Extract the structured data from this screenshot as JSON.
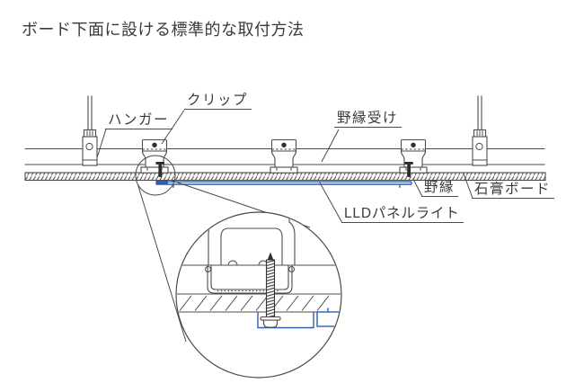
{
  "title": "ボード下面に設ける標準的な取付方法",
  "diagram": {
    "labels": {
      "clip": "クリップ",
      "hanger": "ハンガー",
      "nobuchi_uke": "野縁受け",
      "nobuchi": "野縁",
      "gypsum_board": "石膏ボード",
      "lld_panel_light": "LLDパネルライト"
    },
    "colors": {
      "line": "#4d4b49",
      "text": "#3b3a38",
      "accent_blue": "#2d5fad",
      "background": "#ffffff"
    }
  }
}
